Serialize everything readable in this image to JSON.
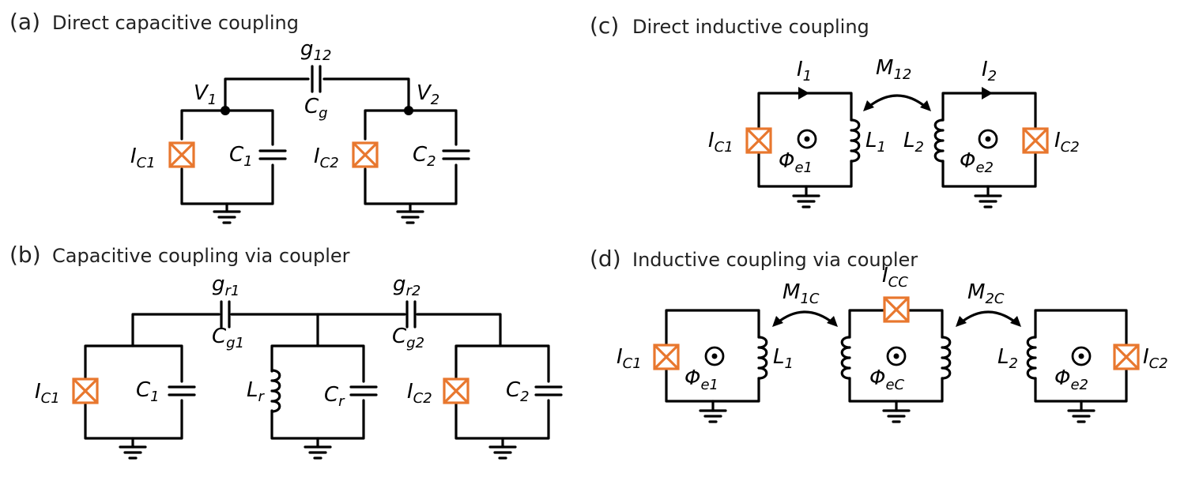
{
  "colors": {
    "wire": "#000000",
    "junction": "#e8772e",
    "text": "#222222"
  },
  "panels": {
    "a": {
      "letter": "(a)",
      "title": "Direct capacitive coupling",
      "labels": {
        "g": "g",
        "g_sub": "12",
        "cg": "C",
        "cg_sub": "g",
        "v1": "V",
        "v1_sub": "1",
        "v2": "V",
        "v2_sub": "2",
        "ic1": "I",
        "ic1_sub": "C1",
        "c1": "C",
        "c1_sub": "1",
        "ic2": "I",
        "ic2_sub": "C2",
        "c2": "C",
        "c2_sub": "2"
      }
    },
    "b": {
      "letter": "(b)",
      "title": "Capacitive coupling via coupler",
      "labels": {
        "gr1": "g",
        "gr1_sub": "r1",
        "gr2": "g",
        "gr2_sub": "r2",
        "cg1": "C",
        "cg1_sub": "g1",
        "cg2": "C",
        "cg2_sub": "g2",
        "ic1": "I",
        "ic1_sub": "C1",
        "c1": "C",
        "c1_sub": "1",
        "lr": "L",
        "lr_sub": "r",
        "cr": "C",
        "cr_sub": "r",
        "ic2": "I",
        "ic2_sub": "C2",
        "c2": "C",
        "c2_sub": "2"
      }
    },
    "c": {
      "letter": "(c)",
      "title": "Direct inductive coupling",
      "labels": {
        "i1": "I",
        "i1_sub": "1",
        "i2": "I",
        "i2_sub": "2",
        "m": "M",
        "m_sub": "12",
        "ic1": "I",
        "ic1_sub": "C1",
        "l1": "L",
        "l1_sub": "1",
        "phi1": "Φ",
        "phi1_sub": "e1",
        "l2": "L",
        "l2_sub": "2",
        "phi2": "Φ",
        "phi2_sub": "e2",
        "ic2": "I",
        "ic2_sub": "C2"
      }
    },
    "d": {
      "letter": "(d)",
      "title": "Inductive coupling via coupler",
      "labels": {
        "m1c": "M",
        "m1c_sub": "1C",
        "m2c": "M",
        "m2c_sub": "2C",
        "icc": "I",
        "icc_sub": "CC",
        "ic1": "I",
        "ic1_sub": "C1",
        "l1": "L",
        "l1_sub": "1",
        "phi1": "Φ",
        "phi1_sub": "e1",
        "phic": "Φ",
        "phic_sub": "eC",
        "l2": "L",
        "l2_sub": "2",
        "phi2": "Φ",
        "phi2_sub": "e2",
        "ic2": "I",
        "ic2_sub": "C2"
      }
    }
  }
}
